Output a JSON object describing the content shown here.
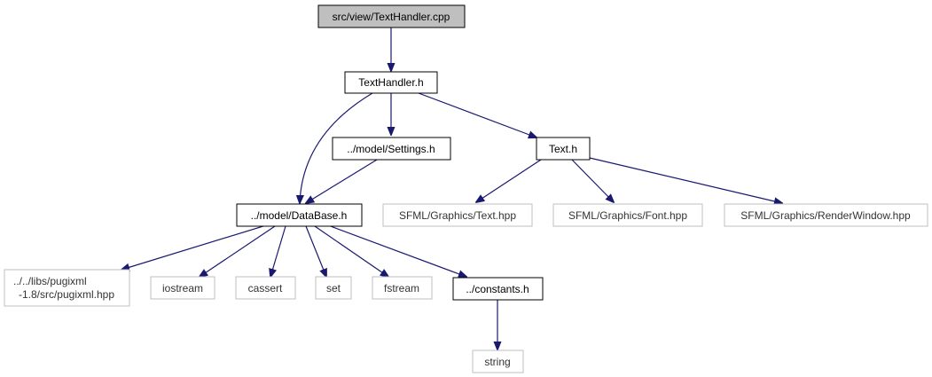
{
  "diagram": {
    "nodes": {
      "textHandlerCpp": "src/view/TextHandler.cpp",
      "textHandlerH": "TextHandler.h",
      "settingsH": "../model/Settings.h",
      "textH": "Text.h",
      "dataBaseH": "../model/DataBase.h",
      "sfmlText": "SFML/Graphics/Text.hpp",
      "sfmlFont": "SFML/Graphics/Font.hpp",
      "sfmlRenderWindow": "SFML/Graphics/RenderWindow.hpp",
      "pugixmlLine1": "../../libs/pugixml",
      "pugixmlLine2": "-1.8/src/pugixml.hpp",
      "iostream": "iostream",
      "cassert": "cassert",
      "set": "set",
      "fstream": "fstream",
      "constantsH": "../constants.h",
      "string": "string"
    },
    "colors": {
      "edge": "#191970",
      "root_fill": "#bfbfbf",
      "external_border": "#bfbfbf"
    }
  }
}
